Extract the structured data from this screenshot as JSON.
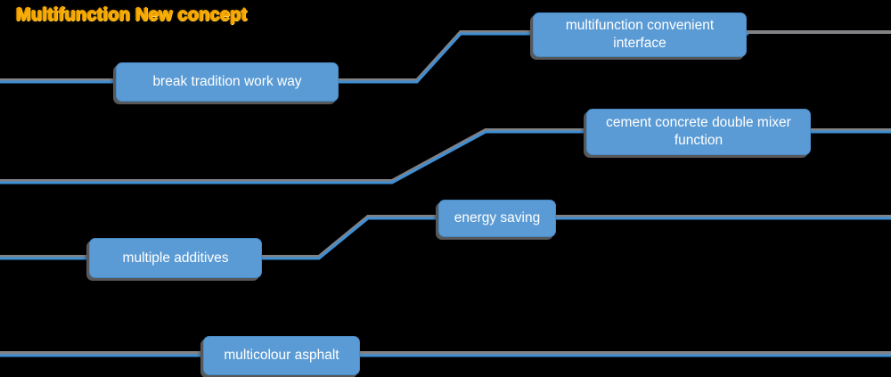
{
  "slide": {
    "title": "Multifunction New concept",
    "background_color": "#000000",
    "title_color": "#F5A800",
    "node_fill_color": "#5B9BD5",
    "node_text_color": "#FFFFFF",
    "connector_color": "#3F8FD5",
    "connector_shadow_color": "#808285"
  },
  "nodes": [
    {
      "id": "break-tradition-work-way",
      "label": "break tradition work way"
    },
    {
      "id": "multifunction-convenient-interface",
      "label": "multifunction  convenient interface"
    },
    {
      "id": "cement-concrete-double-mixer-function",
      "label": "cement concrete double mixer function"
    },
    {
      "id": "multiple-additives",
      "label": "multiple additives"
    },
    {
      "id": "energy-saving",
      "label": "energy saving"
    },
    {
      "id": "multicolour-asphalt",
      "label": "multicolour asphalt"
    }
  ]
}
